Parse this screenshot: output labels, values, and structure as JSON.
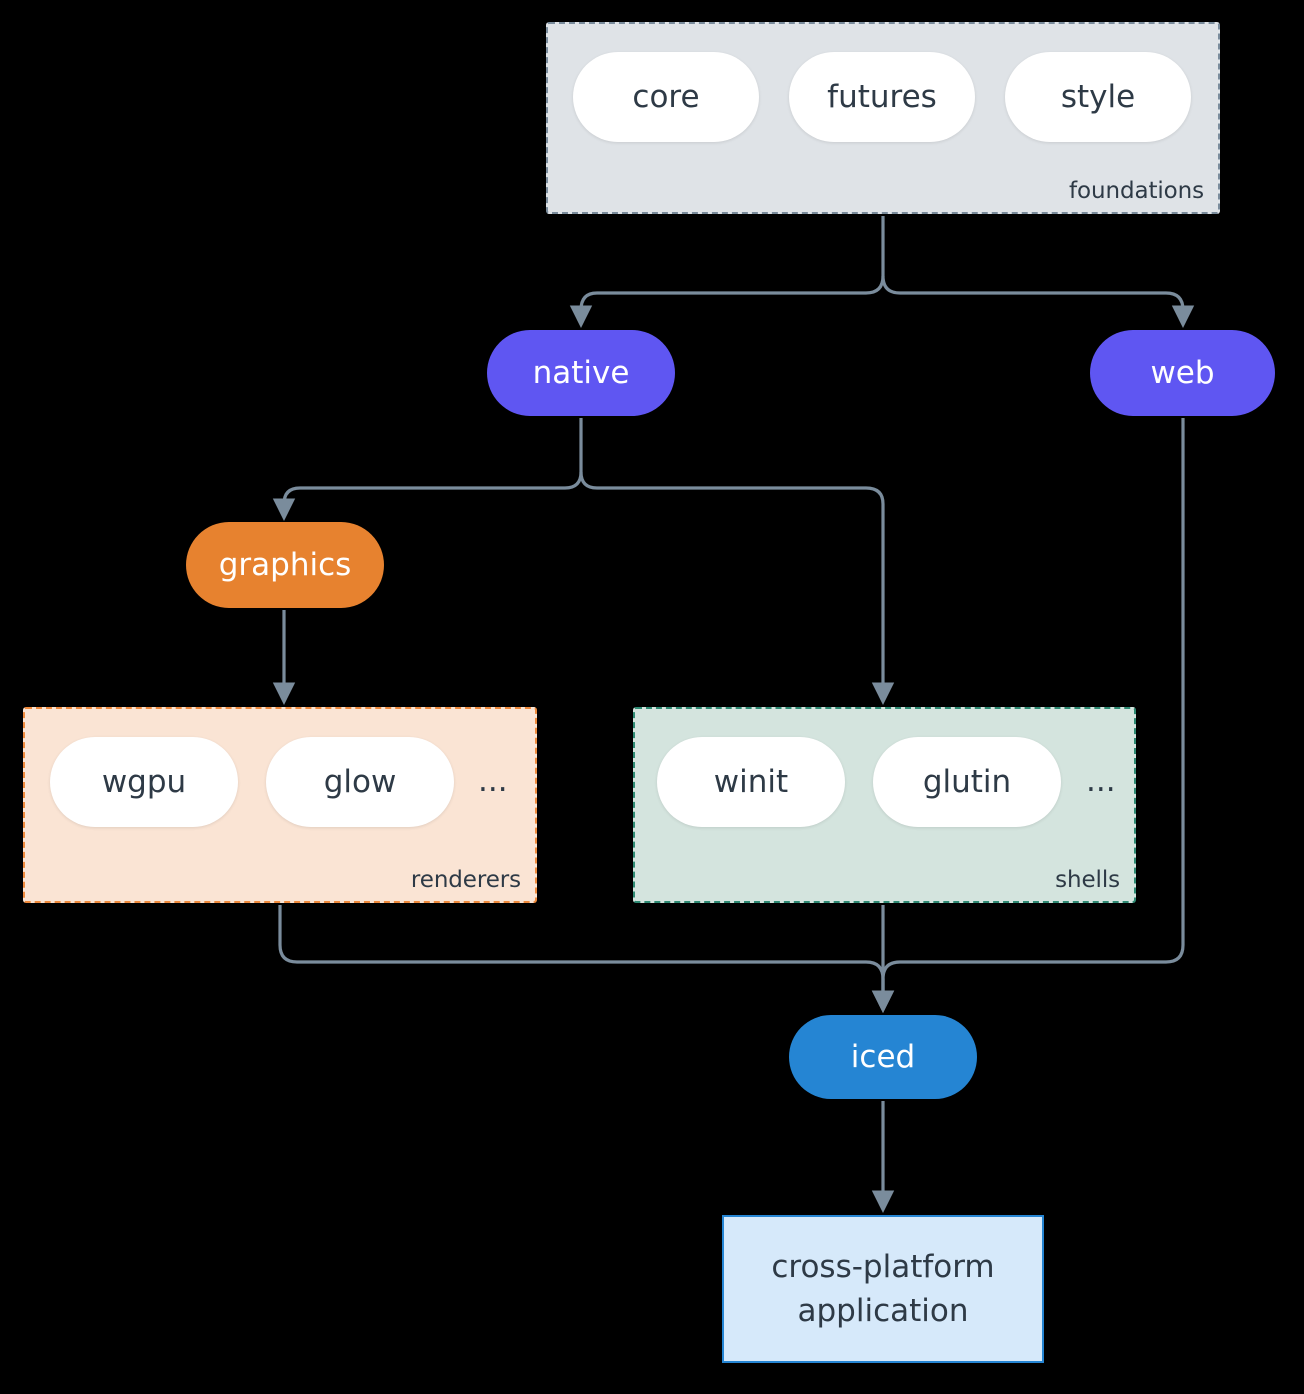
{
  "diagram": {
    "background": "#000000",
    "edge_color": "#7a8c9c",
    "text_dark": "#2e3a46",
    "clusters": [
      {
        "id": "foundations",
        "label": "foundations",
        "fill": "#dfe3e7",
        "border": "#7a8c9c",
        "leaves": [
          "core",
          "futures",
          "style"
        ],
        "ellipsis": ""
      },
      {
        "id": "renderers",
        "label": "renderers",
        "fill": "#fae4d4",
        "border": "#ef8a3c",
        "leaves": [
          "wgpu",
          "glow"
        ],
        "ellipsis": "..."
      },
      {
        "id": "shells",
        "label": "shells",
        "fill": "#d4e4de",
        "border": "#2e8a73",
        "leaves": [
          "winit",
          "glutin"
        ],
        "ellipsis": "..."
      }
    ],
    "nodes": [
      {
        "id": "native",
        "label": "native",
        "fill": "#5f56f2",
        "text": "#ffffff",
        "shape": "pill"
      },
      {
        "id": "web",
        "label": "web",
        "fill": "#5f56f2",
        "text": "#ffffff",
        "shape": "pill"
      },
      {
        "id": "graphics",
        "label": "graphics",
        "fill": "#e7822f",
        "text": "#ffffff",
        "shape": "pill"
      },
      {
        "id": "iced",
        "label": "iced",
        "fill": "#2585d3",
        "text": "#ffffff",
        "shape": "pill"
      }
    ],
    "terminal": {
      "id": "application",
      "line1": "cross-platform",
      "line2": "application",
      "fill": "#d6e9fa",
      "border": "#2585d3",
      "text": "#2e3a46"
    },
    "edges": [
      {
        "from": "foundations",
        "to": "native"
      },
      {
        "from": "foundations",
        "to": "web"
      },
      {
        "from": "native",
        "to": "graphics"
      },
      {
        "from": "native",
        "to": "shells"
      },
      {
        "from": "graphics",
        "to": "renderers"
      },
      {
        "from": "renderers",
        "to": "iced"
      },
      {
        "from": "shells",
        "to": "iced"
      },
      {
        "from": "web",
        "to": "iced"
      },
      {
        "from": "iced",
        "to": "application"
      }
    ]
  }
}
